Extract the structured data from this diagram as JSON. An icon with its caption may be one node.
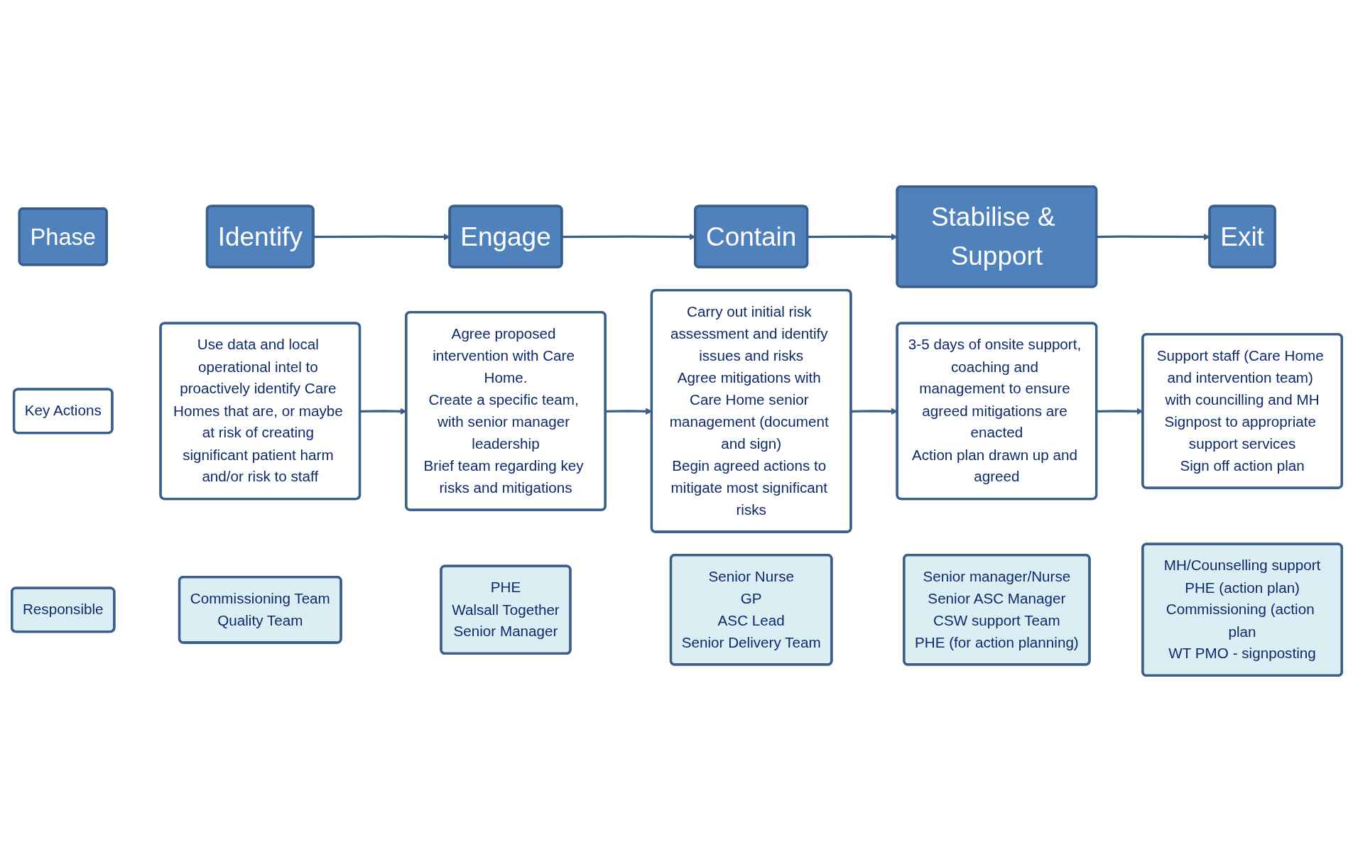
{
  "diagram": {
    "nodes": [
      {
        "text": [
          "Phase"
        ]
      },
      {
        "text": [
          "Identify"
        ]
      },
      {
        "text": [
          "Engage"
        ]
      },
      {
        "text": [
          "Contain"
        ]
      },
      {
        "text": [
          "Stabilise & Support"
        ]
      },
      {
        "text": [
          "Exit"
        ]
      },
      {
        "text": [
          "Key Actions"
        ]
      },
      {
        "text": [
          "Use data and local operational intel to proactively identify Care Homes that are, or maybe at risk of creating significant patient harm and/or risk to staff"
        ]
      },
      {
        "text": [
          "Agree proposed intervention with Care Home.",
          "Create a specific team, with senior manager leadership",
          "Brief team regarding key risks and mitigations"
        ]
      },
      {
        "text": [
          "Carry out initial risk assessment and identify issues and risks",
          "Agree mitigations with Care Home senior management (document and sign)",
          "Begin agreed actions to mitigate most significant risks"
        ]
      },
      {
        "text": [
          "3-5 days of onsite support, coaching and management to ensure agreed mitigations are enacted",
          "Action plan drawn up and agreed"
        ]
      },
      {
        "text": [
          "Support staff (Care Home and intervention team) with councilling and MH",
          "Signpost to appropriate support services",
          "Sign off action plan"
        ]
      },
      {
        "text": [
          "Responsible"
        ]
      },
      {
        "text": [
          "Commissioning Team",
          "Quality Team"
        ]
      },
      {
        "text": [
          "PHE",
          "Walsall Together",
          "Senior Manager"
        ]
      },
      {
        "text": [
          "Senior Nurse",
          "GP",
          "ASC Lead",
          "Senior Delivery Team"
        ]
      },
      {
        "text": [
          "Senior manager/Nurse",
          "Senior ASC Manager",
          "CSW support Team",
          "PHE (for action planning)"
        ]
      },
      {
        "text": [
          "MH/Counselling support",
          "PHE (action plan)",
          "Commissioning (action plan",
          "WT PMO - signposting"
        ]
      }
    ],
    "edges": [
      {
        "from": 1,
        "to": 2,
        "arrow": "to"
      },
      {
        "from": 2,
        "to": 3,
        "arrow": "to"
      },
      {
        "from": 3,
        "to": 4,
        "arrow": "to"
      },
      {
        "from": 4,
        "to": 5,
        "arrow": "to"
      },
      {
        "from": 7,
        "to": 8,
        "arrow": "to"
      },
      {
        "from": 8,
        "to": 9,
        "arrow": "to"
      },
      {
        "from": 9,
        "to": 10,
        "arrow": "to"
      },
      {
        "from": 10,
        "to": 11,
        "arrow": "to"
      }
    ]
  }
}
